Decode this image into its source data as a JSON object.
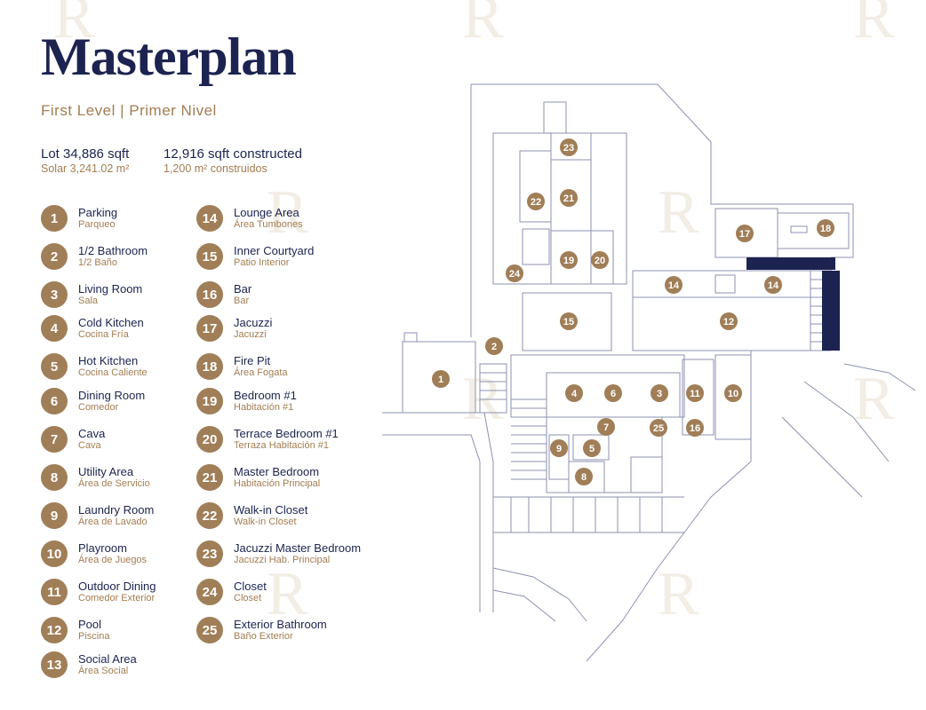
{
  "header": {
    "title": "Masterplan",
    "subtitle": "First Level | Primer Nivel"
  },
  "stats": {
    "lot": {
      "main": "Lot 34,886 sqft",
      "sub": "Solar 3,241.02 m²"
    },
    "constructed": {
      "main": "12,916 sqft constructed",
      "sub": "1,200 m² construidos"
    }
  },
  "legend": [
    {
      "num": "1",
      "en": "Parking",
      "es": "Parqueo"
    },
    {
      "num": "2",
      "en": "1/2 Bathroom",
      "es": "1/2 Baño"
    },
    {
      "num": "3",
      "en": "Living Room",
      "es": "Sala"
    },
    {
      "num": "4",
      "en": "Cold Kitchen",
      "es": "Cocina Fría"
    },
    {
      "num": "5",
      "en": "Hot Kitchen",
      "es": "Cocina Caliente"
    },
    {
      "num": "6",
      "en": "Dining Room",
      "es": "Comedor"
    },
    {
      "num": "7",
      "en": "Cava",
      "es": "Cava"
    },
    {
      "num": "8",
      "en": "Utility Area",
      "es": "Área de Servicio"
    },
    {
      "num": "9",
      "en": "Laundry Room",
      "es": "Área de Lavado"
    },
    {
      "num": "10",
      "en": "Playroom",
      "es": "Área de Juegos"
    },
    {
      "num": "11",
      "en": "Outdoor Dining",
      "es": "Comedor Exterior"
    },
    {
      "num": "12",
      "en": "Pool",
      "es": "Piscina"
    },
    {
      "num": "13",
      "en": "Social Area",
      "es": "Área Social"
    },
    {
      "num": "14",
      "en": "Lounge Area",
      "es": "Área Tumbones"
    },
    {
      "num": "15",
      "en": "Inner Courtyard",
      "es": "Patio Interior"
    },
    {
      "num": "16",
      "en": "Bar",
      "es": "Bar"
    },
    {
      "num": "17",
      "en": "Jacuzzi",
      "es": "Jacuzzi"
    },
    {
      "num": "18",
      "en": "Fire Pit",
      "es": "Área Fogata"
    },
    {
      "num": "19",
      "en": "Bedroom #1",
      "es": "Habitación #1"
    },
    {
      "num": "20",
      "en": "Terrace Bedroom #1",
      "es": "Terraza Habitación #1"
    },
    {
      "num": "21",
      "en": "Master Bedroom",
      "es": "Habitación Principal"
    },
    {
      "num": "22",
      "en": "Walk-in Closet",
      "es": "Walk-in Closet"
    },
    {
      "num": "23",
      "en": "Jacuzzi Master Bedroom",
      "es": "Jacuzzi Hab. Principal"
    },
    {
      "num": "24",
      "en": "Closet",
      "es": "Closet"
    },
    {
      "num": "25",
      "en": "Exterior Bathroom",
      "es": "Baño Exterior"
    }
  ],
  "plan_markers": [
    "1",
    "2",
    "3",
    "4",
    "5",
    "6",
    "7",
    "8",
    "9",
    "10",
    "11",
    "12",
    "14",
    "14",
    "15",
    "16",
    "17",
    "18",
    "19",
    "20",
    "21",
    "22",
    "23",
    "24",
    "25"
  ],
  "colors": {
    "navy": "#1c2350",
    "gold": "#a07e57",
    "line": "#8c92b0"
  }
}
